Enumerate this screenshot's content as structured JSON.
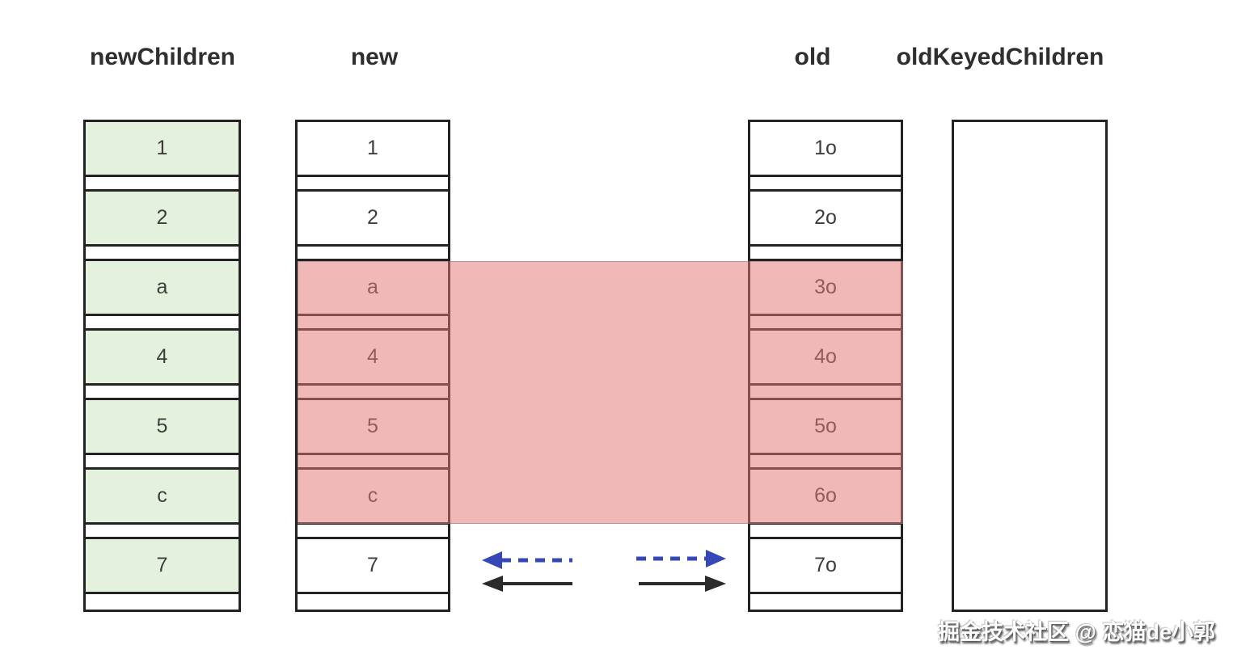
{
  "headers": {
    "newChildren": "newChildren",
    "new": "new",
    "old": "old",
    "oldKeyedChildren": "oldKeyedChildren"
  },
  "columns": {
    "newChildren": {
      "cells": [
        "1",
        "2",
        "a",
        "4",
        "5",
        "c",
        "7"
      ]
    },
    "new": {
      "cells": [
        "1",
        "2",
        "a",
        "4",
        "5",
        "c",
        "7"
      ]
    },
    "old": {
      "cells": [
        "1o",
        "2o",
        "3o",
        "4o",
        "5o",
        "6o",
        "7o"
      ]
    },
    "oldKeyedChildren": {
      "cells": []
    }
  },
  "highlight_overlay": {
    "covers_new_rows": [
      "a",
      "4",
      "5",
      "c"
    ],
    "covers_old_rows": [
      "3o",
      "4o",
      "5o",
      "6o"
    ]
  },
  "arrows": {
    "left_dashed": "dashed-arrow-left-icon",
    "left_solid": "solid-arrow-left-icon",
    "right_dashed": "dashed-arrow-right-icon",
    "right_solid": "solid-arrow-right-icon"
  },
  "watermark": {
    "text": "掘金技术社区 @ 恋猫de小郭"
  },
  "colors": {
    "green": "#e4f1dc",
    "pink": "rgba(229,118,118,0.52)",
    "blue": "#3648b8",
    "arrow-black": "#2b2b2b",
    "border": "#232323",
    "text": "#3d3d3d",
    "header-text": "#2f2f2f"
  }
}
